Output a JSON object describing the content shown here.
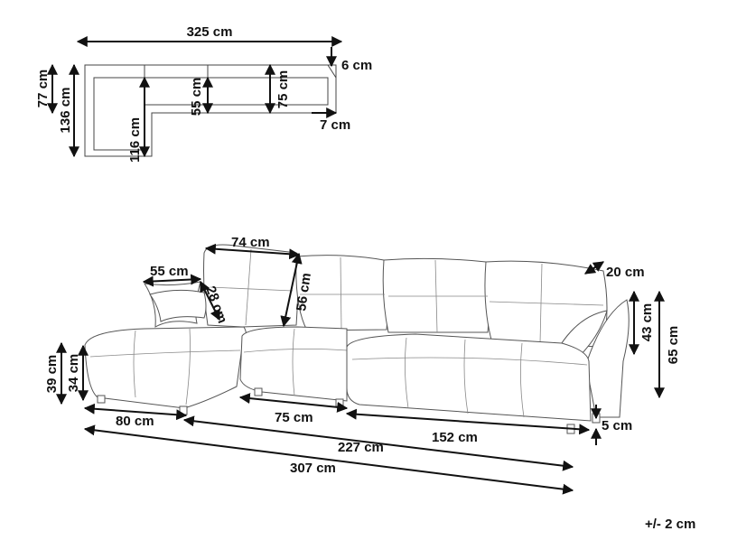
{
  "dimensions": {
    "top_width": "325 cm",
    "back_height_top": "6 cm",
    "depth_side_short": "77 cm",
    "depth_chaise": "136 cm",
    "chaise_inner": "116 cm",
    "seat_depth_55": "55 cm",
    "seat_depth_75": "75 cm",
    "arm_width": "7 cm",
    "back_cushion_width": "74 cm",
    "pillow_width": "55 cm",
    "pillow_height": "28 cm",
    "back_cushion_height": "56 cm",
    "arm_depth": "20 cm",
    "arm_height": "43 cm",
    "total_height": "65 cm",
    "seat_height": "39 cm",
    "seat_cushion_height": "34 cm",
    "leg_height": "5 cm",
    "chaise_width": "80 cm",
    "middle_seat_width": "75 cm",
    "right_section_width": "152 cm",
    "width_227": "227 cm",
    "total_width": "307 cm"
  },
  "tolerance": "+/- 2 cm",
  "colors": {
    "line": "#111111",
    "outline": "#555555"
  }
}
